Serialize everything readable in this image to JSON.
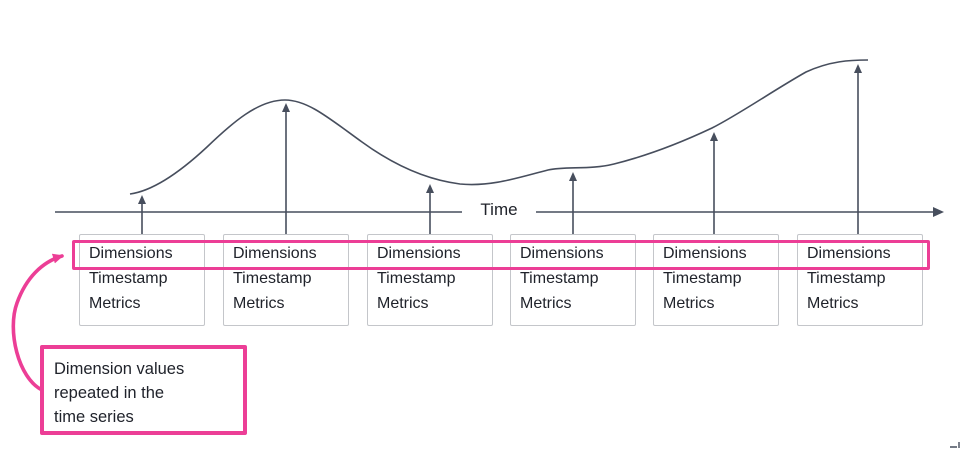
{
  "axis": {
    "label": "Time"
  },
  "records": [
    {
      "dimensions": "Dimensions",
      "timestamp": "Timestamp",
      "metrics": "Metrics"
    },
    {
      "dimensions": "Dimensions",
      "timestamp": "Timestamp",
      "metrics": "Metrics"
    },
    {
      "dimensions": "Dimensions",
      "timestamp": "Timestamp",
      "metrics": "Metrics"
    },
    {
      "dimensions": "Dimensions",
      "timestamp": "Timestamp",
      "metrics": "Metrics"
    },
    {
      "dimensions": "Dimensions",
      "timestamp": "Timestamp",
      "metrics": "Metrics"
    },
    {
      "dimensions": "Dimensions",
      "timestamp": "Timestamp",
      "metrics": "Metrics"
    }
  ],
  "annotation": {
    "lines": [
      "Dimension values",
      "repeated in the",
      "time series"
    ]
  },
  "colors": {
    "accent_pink": "#ec3e96",
    "stroke_dark": "#474e5d",
    "text_color": "#20232b",
    "box_border": "#c4c6ca"
  }
}
